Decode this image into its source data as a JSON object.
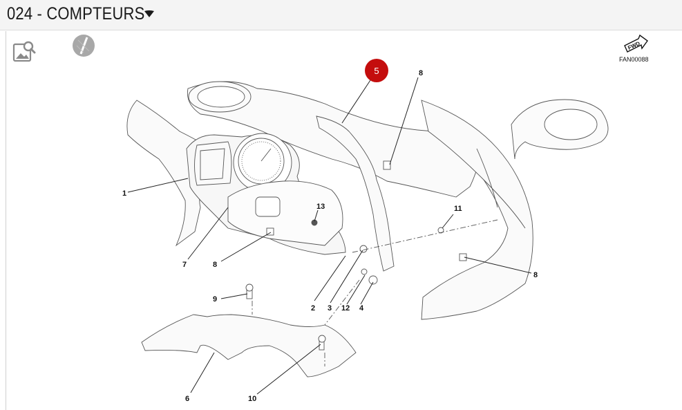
{
  "header": {
    "title": "024 - COMPTEURS"
  },
  "toolbar": {
    "image_icon": "image-search-icon",
    "edit_icon": "edit-pencil-icon"
  },
  "figure": {
    "code": "FAN00088",
    "fwd_label": "FWD"
  },
  "selected_part": {
    "label": "5",
    "color": "#c40d0d"
  },
  "callouts": [
    {
      "label": "1"
    },
    {
      "label": "7"
    },
    {
      "label": "8"
    },
    {
      "label": "13"
    },
    {
      "label": "8"
    },
    {
      "label": "11"
    },
    {
      "label": "8"
    },
    {
      "label": "9"
    },
    {
      "label": "2"
    },
    {
      "label": "3"
    },
    {
      "label": "12"
    },
    {
      "label": "4"
    },
    {
      "label": "6"
    },
    {
      "label": "10"
    }
  ]
}
